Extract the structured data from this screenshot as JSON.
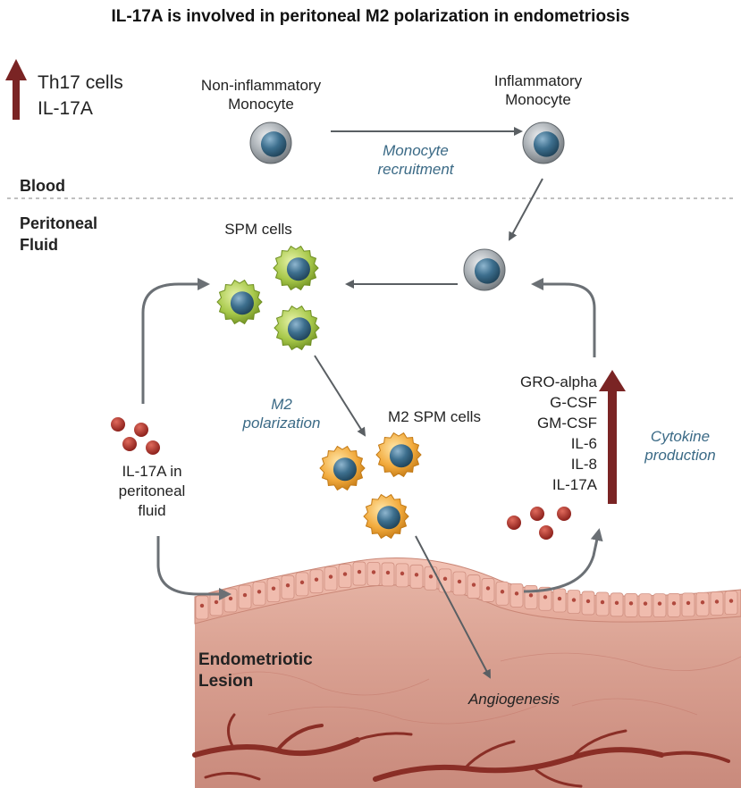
{
  "title": "IL-17A is involved in peritoneal M2 polarization in endometriosis",
  "legend_top": {
    "line1": "Th17 cells",
    "line2": "IL-17A"
  },
  "blood": {
    "section_label": "Blood",
    "non_inflammatory_monocyte": {
      "line1": "Non-inflammatory",
      "line2": "Monocyte"
    },
    "inflammatory_monocyte": {
      "line1": "Inflammatory",
      "line2": "Monocyte"
    },
    "monocyte_recruitment": {
      "line1": "Monocyte",
      "line2": "recruitment"
    }
  },
  "peritoneal": {
    "section_label_line1": "Peritoneal",
    "section_label_line2": "Fluid",
    "spm_cells": "SPM cells",
    "m2_polarization": {
      "line1": "M2",
      "line2": "polarization"
    },
    "m2_spm_cells": "M2 SPM cells",
    "il17a_fluid": {
      "line1": "IL-17A in",
      "line2": "peritoneal",
      "line3": "fluid"
    },
    "cytokines": [
      "GRO-alpha",
      "G-CSF",
      "GM-CSF",
      "IL-6",
      "IL-8",
      "IL-17A"
    ],
    "cytokine_production": {
      "line1": "Cytokine",
      "line2": "production"
    }
  },
  "lesion": {
    "line1": "Endometriotic",
    "line2": "Lesion",
    "angiogenesis": "Angiogenesis"
  },
  "colors": {
    "dark_red_arrow": "#7a2424",
    "arrow_gray": "#5a5f63",
    "label_blue": "#3b6a86",
    "spm_green": "#9bbf3a",
    "m2_orange": "#f0a53a",
    "monocyte_gray": "#9aa0a5",
    "nucleus_blue": "#2f5f7c",
    "il17a_dot": "#a8302b",
    "tissue_pink": "#d9a093"
  }
}
